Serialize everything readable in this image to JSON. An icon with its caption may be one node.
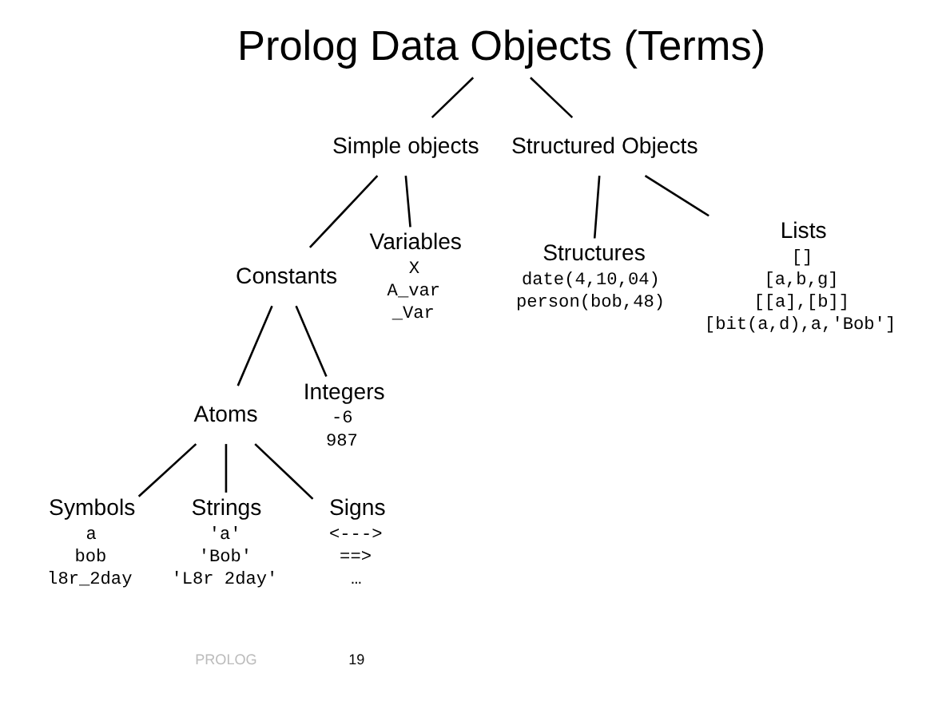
{
  "diagram": {
    "nodes": [
      {
        "text": [
          "Prolog Data Objects (Terms)"
        ]
      },
      {
        "text": [
          "Simple objects"
        ]
      },
      {
        "text": [
          "Structured Objects"
        ]
      },
      {
        "text": [
          "Constants"
        ]
      },
      {
        "text": [
          "Variables"
        ],
        "beside": [
          "X",
          "A_var",
          "_Var"
        ]
      },
      {
        "text": [
          "Structures"
        ],
        "beside": [
          "date(4,10,04)",
          "person(bob,48)"
        ]
      },
      {
        "text": [
          "Lists"
        ],
        "beside": [
          "[]",
          "[a,b,g]",
          "[[a],[b]]",
          "[bit(a,d),a,'Bob']"
        ]
      },
      {
        "text": [
          "Atoms"
        ]
      },
      {
        "text": [
          "Integers"
        ],
        "beside": [
          "-6",
          "987"
        ]
      },
      {
        "text": [
          "Symbols"
        ],
        "beside": [
          "a",
          "bob",
          "l8r_2day"
        ]
      },
      {
        "text": [
          "Strings"
        ],
        "beside": [
          "'a'",
          "'Bob'",
          "'L8r 2day'"
        ]
      },
      {
        "text": [
          "Signs"
        ],
        "beside": [
          "<--->",
          "==>",
          "…"
        ]
      }
    ],
    "edges": [
      {
        "from": 0,
        "to": 1,
        "arrow": "none"
      },
      {
        "from": 0,
        "to": 2,
        "arrow": "none"
      },
      {
        "from": 1,
        "to": 3,
        "arrow": "none"
      },
      {
        "from": 1,
        "to": 4,
        "arrow": "none"
      },
      {
        "from": 2,
        "to": 5,
        "arrow": "none"
      },
      {
        "from": 2,
        "to": 6,
        "arrow": "none"
      },
      {
        "from": 3,
        "to": 7,
        "arrow": "none"
      },
      {
        "from": 3,
        "to": 8,
        "arrow": "none"
      },
      {
        "from": 7,
        "to": 9,
        "arrow": "none"
      },
      {
        "from": 7,
        "to": 10,
        "arrow": "none"
      },
      {
        "from": 7,
        "to": 11,
        "arrow": "none"
      }
    ],
    "labels": [
      "PROLOG",
      "19"
    ]
  }
}
